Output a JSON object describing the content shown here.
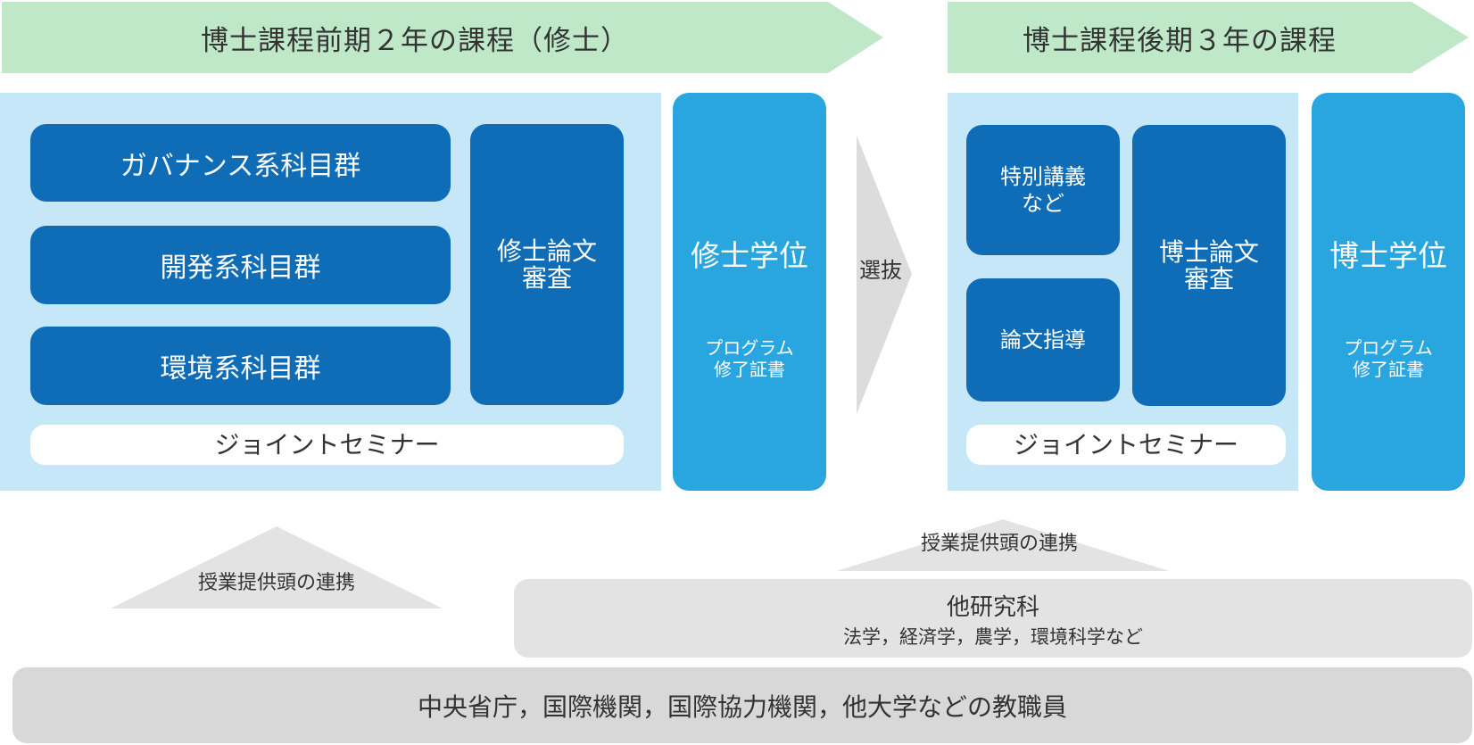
{
  "banners": {
    "early": "博士課程前期２年の課程（修士）",
    "late": "博士課程後期３年の課程"
  },
  "left": {
    "subject_groups": [
      "ガバナンス系科目群",
      "開発系科目群",
      "環境系科目群"
    ],
    "thesis_review": [
      "修士論文",
      "審査"
    ],
    "joint_seminar": "ジョイントセミナー",
    "degree": "修士学位",
    "certificate": [
      "プログラム",
      "修了証書"
    ]
  },
  "selection": "選抜",
  "right": {
    "special_lectures": [
      "特別講義",
      "など"
    ],
    "thesis_guidance": "論文指導",
    "thesis_review": [
      "博士論文",
      "審査"
    ],
    "joint_seminar": "ジョイントセミナー",
    "degree": "博士学位",
    "certificate": [
      "プログラム",
      "修了証書"
    ]
  },
  "bottom": {
    "collab_left": "授業提供頭の連携",
    "collab_right": "授業提供頭の連携",
    "other_schools_title": "他研究科",
    "other_schools_sub": "法学，経済学，農学，環境科学など",
    "faculty": "中央省庁，国際機関，国際協力機関，他大学などの教職員"
  },
  "colors": {
    "banner_green": "#bfe8c9",
    "panel_light_blue": "#c5e7f7",
    "box_dark_blue": "#0f6cb7",
    "box_mid_blue": "#29a5df",
    "selection_arrow_gray": "#dcdcdc",
    "bottom_gray": "#e3e3e3",
    "faculty_gray": "#d8d8d8"
  }
}
